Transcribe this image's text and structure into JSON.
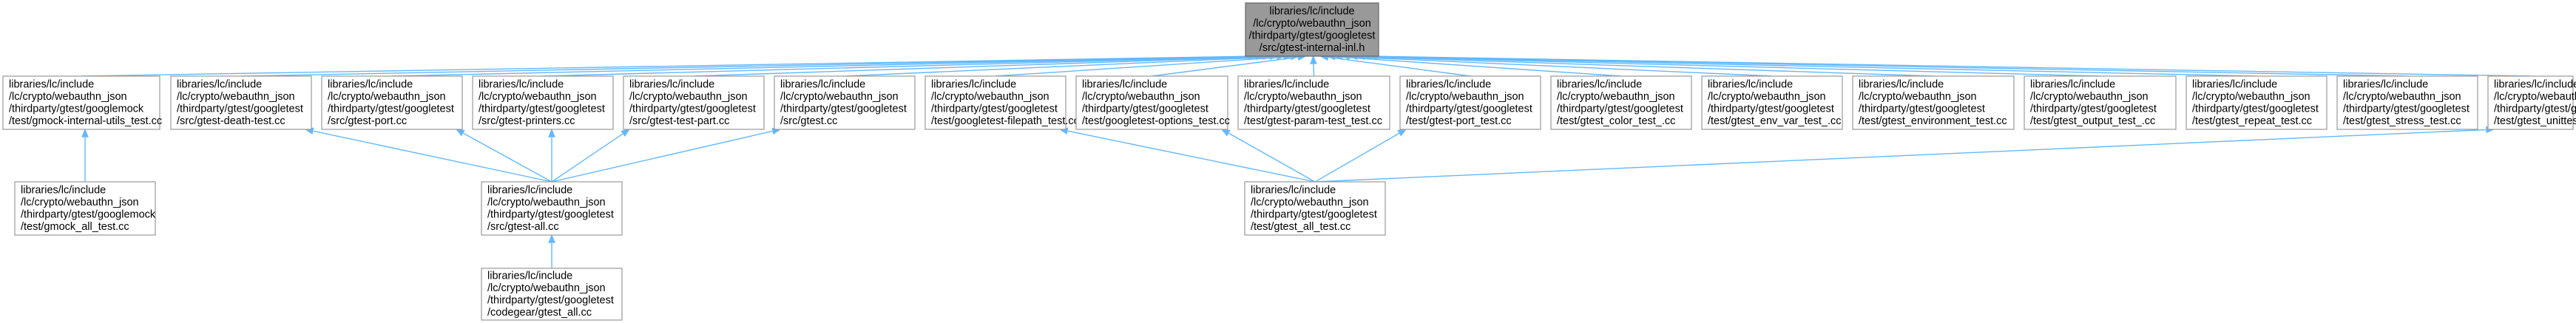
{
  "diagram": {
    "root_label": [
      "libraries/lc/include",
      "/lc/crypto/webauthn_json",
      "/thirdparty/gtest/googletest",
      "/src/gtest-internal-inl.h"
    ],
    "nodes": [
      {
        "id": "gmock_utils",
        "label": [
          "libraries/lc/include",
          "/lc/crypto/webauthn_json",
          "/thirdparty/gtest/googlemock",
          "/test/gmock-internal-utils_test.cc"
        ]
      },
      {
        "id": "death",
        "label": [
          "libraries/lc/include",
          "/lc/crypto/webauthn_json",
          "/thirdparty/gtest/googletest",
          "/src/gtest-death-test.cc"
        ]
      },
      {
        "id": "port",
        "label": [
          "libraries/lc/include",
          "/lc/crypto/webauthn_json",
          "/thirdparty/gtest/googletest",
          "/src/gtest-port.cc"
        ]
      },
      {
        "id": "printers",
        "label": [
          "libraries/lc/include",
          "/lc/crypto/webauthn_json",
          "/thirdparty/gtest/googletest",
          "/src/gtest-printers.cc"
        ]
      },
      {
        "id": "testpart",
        "label": [
          "libraries/lc/include",
          "/lc/crypto/webauthn_json",
          "/thirdparty/gtest/googletest",
          "/src/gtest-test-part.cc"
        ]
      },
      {
        "id": "gtest_cc",
        "label": [
          "libraries/lc/include",
          "/lc/crypto/webauthn_json",
          "/thirdparty/gtest/googletest",
          "/src/gtest.cc"
        ]
      },
      {
        "id": "filepath",
        "label": [
          "libraries/lc/include",
          "/lc/crypto/webauthn_json",
          "/thirdparty/gtest/googletest",
          "/test/googletest-filepath_test.cc"
        ]
      },
      {
        "id": "options",
        "label": [
          "libraries/lc/include",
          "/lc/crypto/webauthn_json",
          "/thirdparty/gtest/googletest",
          "/test/googletest-options_test.cc"
        ]
      },
      {
        "id": "param",
        "label": [
          "libraries/lc/include",
          "/lc/crypto/webauthn_json",
          "/thirdparty/gtest/googletest",
          "/test/gtest-param-test_test.cc"
        ]
      },
      {
        "id": "porttest",
        "label": [
          "libraries/lc/include",
          "/lc/crypto/webauthn_json",
          "/thirdparty/gtest/googletest",
          "/test/gtest-port_test.cc"
        ]
      },
      {
        "id": "color",
        "label": [
          "libraries/lc/include",
          "/lc/crypto/webauthn_json",
          "/thirdparty/gtest/googletest",
          "/test/gtest_color_test_.cc"
        ]
      },
      {
        "id": "envvar",
        "label": [
          "libraries/lc/include",
          "/lc/crypto/webauthn_json",
          "/thirdparty/gtest/googletest",
          "/test/gtest_env_var_test_.cc"
        ]
      },
      {
        "id": "environment",
        "label": [
          "libraries/lc/include",
          "/lc/crypto/webauthn_json",
          "/thirdparty/gtest/googletest",
          "/test/gtest_environment_test.cc"
        ]
      },
      {
        "id": "output",
        "label": [
          "libraries/lc/include",
          "/lc/crypto/webauthn_json",
          "/thirdparty/gtest/googletest",
          "/test/gtest_output_test_.cc"
        ]
      },
      {
        "id": "repeat",
        "label": [
          "libraries/lc/include",
          "/lc/crypto/webauthn_json",
          "/thirdparty/gtest/googletest",
          "/test/gtest_repeat_test.cc"
        ]
      },
      {
        "id": "stress",
        "label": [
          "libraries/lc/include",
          "/lc/crypto/webauthn_json",
          "/thirdparty/gtest/googletest",
          "/test/gtest_stress_test.cc"
        ]
      },
      {
        "id": "unittest",
        "label": [
          "libraries/lc/include",
          "/lc/crypto/webauthn_json",
          "/thirdparty/gtest/googletest",
          "/test/gtest_unittest.cc"
        ]
      },
      {
        "id": "gmock_all",
        "label": [
          "libraries/lc/include",
          "/lc/crypto/webauthn_json",
          "/thirdparty/gtest/googlemock",
          "/test/gmock_all_test.cc"
        ]
      },
      {
        "id": "gtest_all_src",
        "label": [
          "libraries/lc/include",
          "/lc/crypto/webauthn_json",
          "/thirdparty/gtest/googletest",
          "/src/gtest-all.cc"
        ]
      },
      {
        "id": "gtest_all_test",
        "label": [
          "libraries/lc/include",
          "/lc/crypto/webauthn_json",
          "/thirdparty/gtest/googletest",
          "/test/gtest_all_test.cc"
        ]
      },
      {
        "id": "codegear",
        "label": [
          "libraries/lc/include",
          "/lc/crypto/webauthn_json",
          "/thirdparty/gtest/googletest",
          "/codegear/gtest_all.cc"
        ]
      }
    ],
    "edges": [
      [
        "gmock_utils",
        "root"
      ],
      [
        "death",
        "root"
      ],
      [
        "port",
        "root"
      ],
      [
        "printers",
        "root"
      ],
      [
        "testpart",
        "root"
      ],
      [
        "gtest_cc",
        "root"
      ],
      [
        "filepath",
        "root"
      ],
      [
        "options",
        "root"
      ],
      [
        "param",
        "root"
      ],
      [
        "porttest",
        "root"
      ],
      [
        "color",
        "root"
      ],
      [
        "envvar",
        "root"
      ],
      [
        "environment",
        "root"
      ],
      [
        "output",
        "root"
      ],
      [
        "repeat",
        "root"
      ],
      [
        "stress",
        "root"
      ],
      [
        "unittest",
        "root"
      ],
      [
        "gmock_all",
        "gmock_utils"
      ],
      [
        "gtest_all_src",
        "death"
      ],
      [
        "gtest_all_src",
        "port"
      ],
      [
        "gtest_all_src",
        "printers"
      ],
      [
        "gtest_all_src",
        "testpart"
      ],
      [
        "gtest_all_src",
        "gtest_cc"
      ],
      [
        "gtest_all_test",
        "filepath"
      ],
      [
        "gtest_all_test",
        "options"
      ],
      [
        "gtest_all_test",
        "porttest"
      ],
      [
        "gtest_all_test",
        "unittest"
      ],
      [
        "codegear",
        "gtest_all_src"
      ]
    ],
    "colors": {
      "edge": "#63b8ff",
      "root_fill": "#999999",
      "node_border": "#999999"
    }
  }
}
